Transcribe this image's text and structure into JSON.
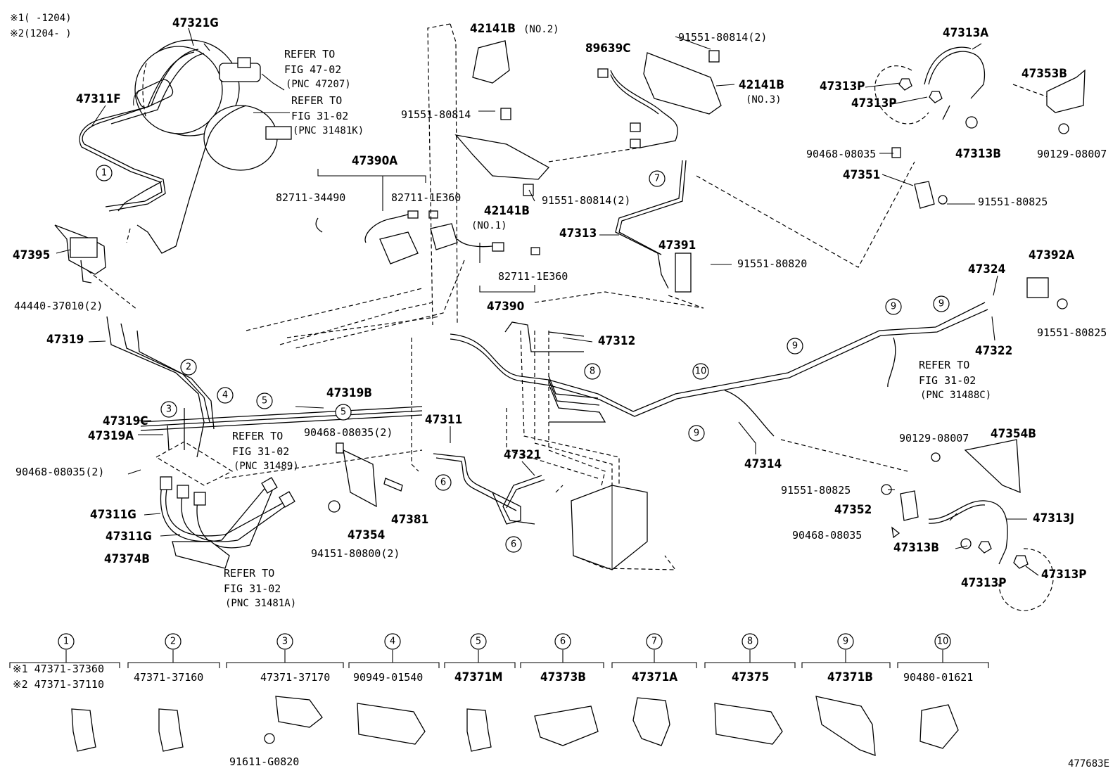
{
  "notes": {
    "line1": "※1(      -1204)",
    "line2": "※2(1204-      )"
  },
  "figure_id": "477683E",
  "refs": {
    "r1": [
      "REFER TO",
      "FIG 47-02",
      "(PNC 47207)"
    ],
    "r2": [
      "REFER TO",
      "FIG 31-02",
      "(PNC 31481K)"
    ],
    "r3": [
      "REFER TO",
      "FIG 31-02",
      "(PNC 31489)"
    ],
    "r4": [
      "REFER TO",
      "FIG 31-02",
      "(PNC 31481A)"
    ],
    "r5": [
      "REFER TO",
      "FIG 31-02",
      "(PNC 31488C)"
    ]
  },
  "parts": {
    "p47321G": "47321G",
    "p47311F": "47311F",
    "p47395": "47395",
    "p44440": "44440-37010(2)",
    "p47319": "47319",
    "p47319C": "47319C",
    "p47319A": "47319A",
    "p90468_2a": "90468-08035(2)",
    "p47311G_1": "47311G",
    "p47311G_2": "47311G",
    "p47374B": "47374B",
    "p47390A": "47390A",
    "p82711_34490": "82711-34490",
    "p82711_1E360a": "82711-1E360",
    "p82711_1E360b": "82711-1E360",
    "p47390": "47390",
    "p42141B_no2": "42141B",
    "p42141B_no2_s": "(NO.2)",
    "p91551_80814": "91551-80814",
    "p42141B_no1": "42141B",
    "p42141B_no1_s": "(NO.1)",
    "p91551_80814_2b": "91551-80814(2)",
    "p89639C": "89639C",
    "p91551_80814_2a": "91551-80814(2)",
    "p42141B_no3": "42141B",
    "p42141B_no3_s": "(NO.3)",
    "p47313": "47313",
    "p47391": "47391",
    "p91551_80820": "91551-80820",
    "p47312": "47312",
    "p47319B": "47319B",
    "p90468_2b": "90468-08035(2)",
    "p47311": "47311",
    "p47321": "47321",
    "p47354": "47354",
    "p47381": "47381",
    "p94151": "94151-80800(2)",
    "p47314": "47314",
    "p47313A": "47313A",
    "p47313P_a": "47313P",
    "p47313P_b": "47313P",
    "p47353B": "47353B",
    "p90468_08035a": "90468-08035",
    "p47313B_a": "47313B",
    "p90129_a": "90129-08007",
    "p47351": "47351",
    "p91551_80825a": "91551-80825",
    "p47392A": "47392A",
    "p47324": "47324",
    "p47322": "47322",
    "p91551_80825b": "91551-80825",
    "p90129_b": "90129-08007",
    "p47354B": "47354B",
    "p91551_80825c": "91551-80825",
    "p47352": "47352",
    "p90468_08035b": "90468-08035",
    "p47313J": "47313J",
    "p47313B_b": "47313B",
    "p47313P_c": "47313P",
    "p47313P_d": "47313P"
  },
  "callouts": [
    "1",
    "2",
    "3",
    "4",
    "5",
    "5",
    "6",
    "6",
    "7",
    "8",
    "9",
    "9",
    "9",
    "9",
    "10"
  ],
  "legend": [
    {
      "num": "1",
      "lines": [
        "※1 47371-37360",
        "※2 47371-37110"
      ]
    },
    {
      "num": "2",
      "lines": [
        "47371-37160"
      ]
    },
    {
      "num": "3",
      "lines": [
        "47371-37170",
        "91611-G0820"
      ]
    },
    {
      "num": "4",
      "lines": [
        "90949-01540"
      ]
    },
    {
      "num": "5",
      "lines": [
        "47371M"
      ]
    },
    {
      "num": "6",
      "lines": [
        "47373B"
      ]
    },
    {
      "num": "7",
      "lines": [
        "47371A"
      ]
    },
    {
      "num": "8",
      "lines": [
        "47375"
      ]
    },
    {
      "num": "9",
      "lines": [
        "47371B"
      ]
    },
    {
      "num": "10",
      "lines": [
        "90480-01621"
      ]
    }
  ]
}
